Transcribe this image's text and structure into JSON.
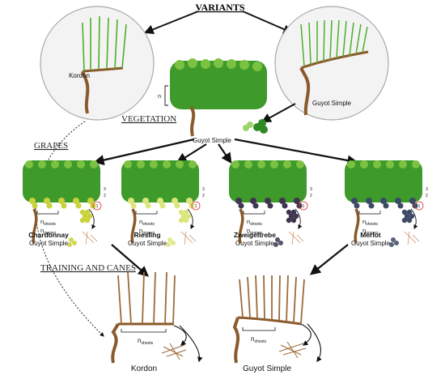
{
  "title": "VARIANTS",
  "sections": {
    "vegetation": "VEGETATION",
    "grapes": "GRAPES",
    "training": "TRAINING AND CANES"
  },
  "variants": {
    "left": "Kordon",
    "right": "Guyot Simple",
    "center": "Guyot Simple"
  },
  "vegetation_n_label": "n",
  "grape_varieties": [
    {
      "name": "Chardonnay",
      "training": "Guyot Simple",
      "color": "#c9d23a"
    },
    {
      "name": "Riesling",
      "training": "Guyot Simple",
      "color": "#dbe67a"
    },
    {
      "name": "Zweigeltrebe",
      "training": "Guyot Simple",
      "color": "#3e3650"
    },
    {
      "name": "Merlot",
      "training": "Guyot Simple",
      "color": "#3d4a66"
    }
  ],
  "count_labels": {
    "n": "n",
    "shoots": "shoots",
    "grapes": "grapes",
    "tick_3": "3",
    "tick_2": "2",
    "tick_1": "1"
  },
  "training": [
    {
      "name": "Kordon",
      "n": "n",
      "sub": "shoots"
    },
    {
      "name": "Guyot Simple",
      "n": "n",
      "sub": "shoots"
    }
  ],
  "colors": {
    "foliage": "#3e9a2a",
    "foliage_light": "#7cc242",
    "trunk": "#8b5a2b",
    "cane_line": "#6fbf3a",
    "circle_stroke": "#aaaaaa",
    "circle_fill": "#f3f3f3"
  }
}
